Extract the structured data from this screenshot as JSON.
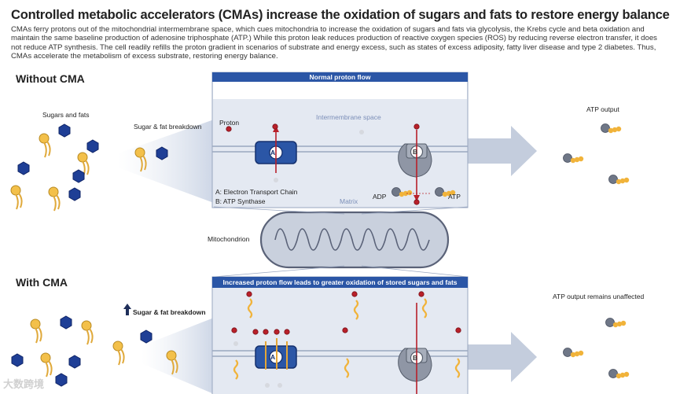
{
  "title": "Controlled metabolic accelerators (CMAs) increase the oxidation of sugars and fats to restore energy balance",
  "intro": "CMAs ferry protons out of the mitochondrial intermembrane space, which cues mitochondria to increase the oxidation of sugars and fats via glycolysis, the Krebs cycle and beta oxidation and maintain the same baseline production of adenosine triphosphate (ATP.) While this proton leak reduces production of reactive oxygen species (ROS) by reducing reverse electron transfer, it does not reduce ATP synthesis. The cell readily refills the proton gradient in scenarios of substrate and energy excess, such as states of excess adiposity, fatty liver disease and type 2 diabetes. Thus, CMAs accelerate the metabolism of excess substrate, restoring energy balance.",
  "without": {
    "heading": "Without CMA",
    "sugars_label": "Sugars and fats",
    "breakdown_label": "Sugar & fat breakdown",
    "banner": "Normal proton flow",
    "proton_label": "Proton",
    "intermembrane_label": "Intermembrane space",
    "matrix_label": "Matrix",
    "legend_a": "A: Electron Transport Chain",
    "legend_b": "B: ATP Synthase",
    "adp_label": "ADP",
    "atp_label": "ATP",
    "atp_output": "ATP output"
  },
  "mitochondrion_label": "Mitochondrion",
  "with": {
    "heading": "With CMA",
    "breakdown_label": "Sugar & fat breakdown",
    "banner": "Increased proton flow leads to greater oxidation of stored sugars and fats",
    "atp_output": "ATP output remains unaffected"
  },
  "icons": {
    "complex_a": "A",
    "complex_b": "B",
    "arrow": "up-arrow-icon"
  },
  "colors": {
    "membrane_blue": "#2b56a6",
    "hexagon": "#1f3f96",
    "lipid_head": "#f3c04a",
    "proton": "#b8202a",
    "membrane_bg": "#e4e9f2",
    "atp_grey": "#6f7787"
  },
  "watermark": "大数跨境"
}
